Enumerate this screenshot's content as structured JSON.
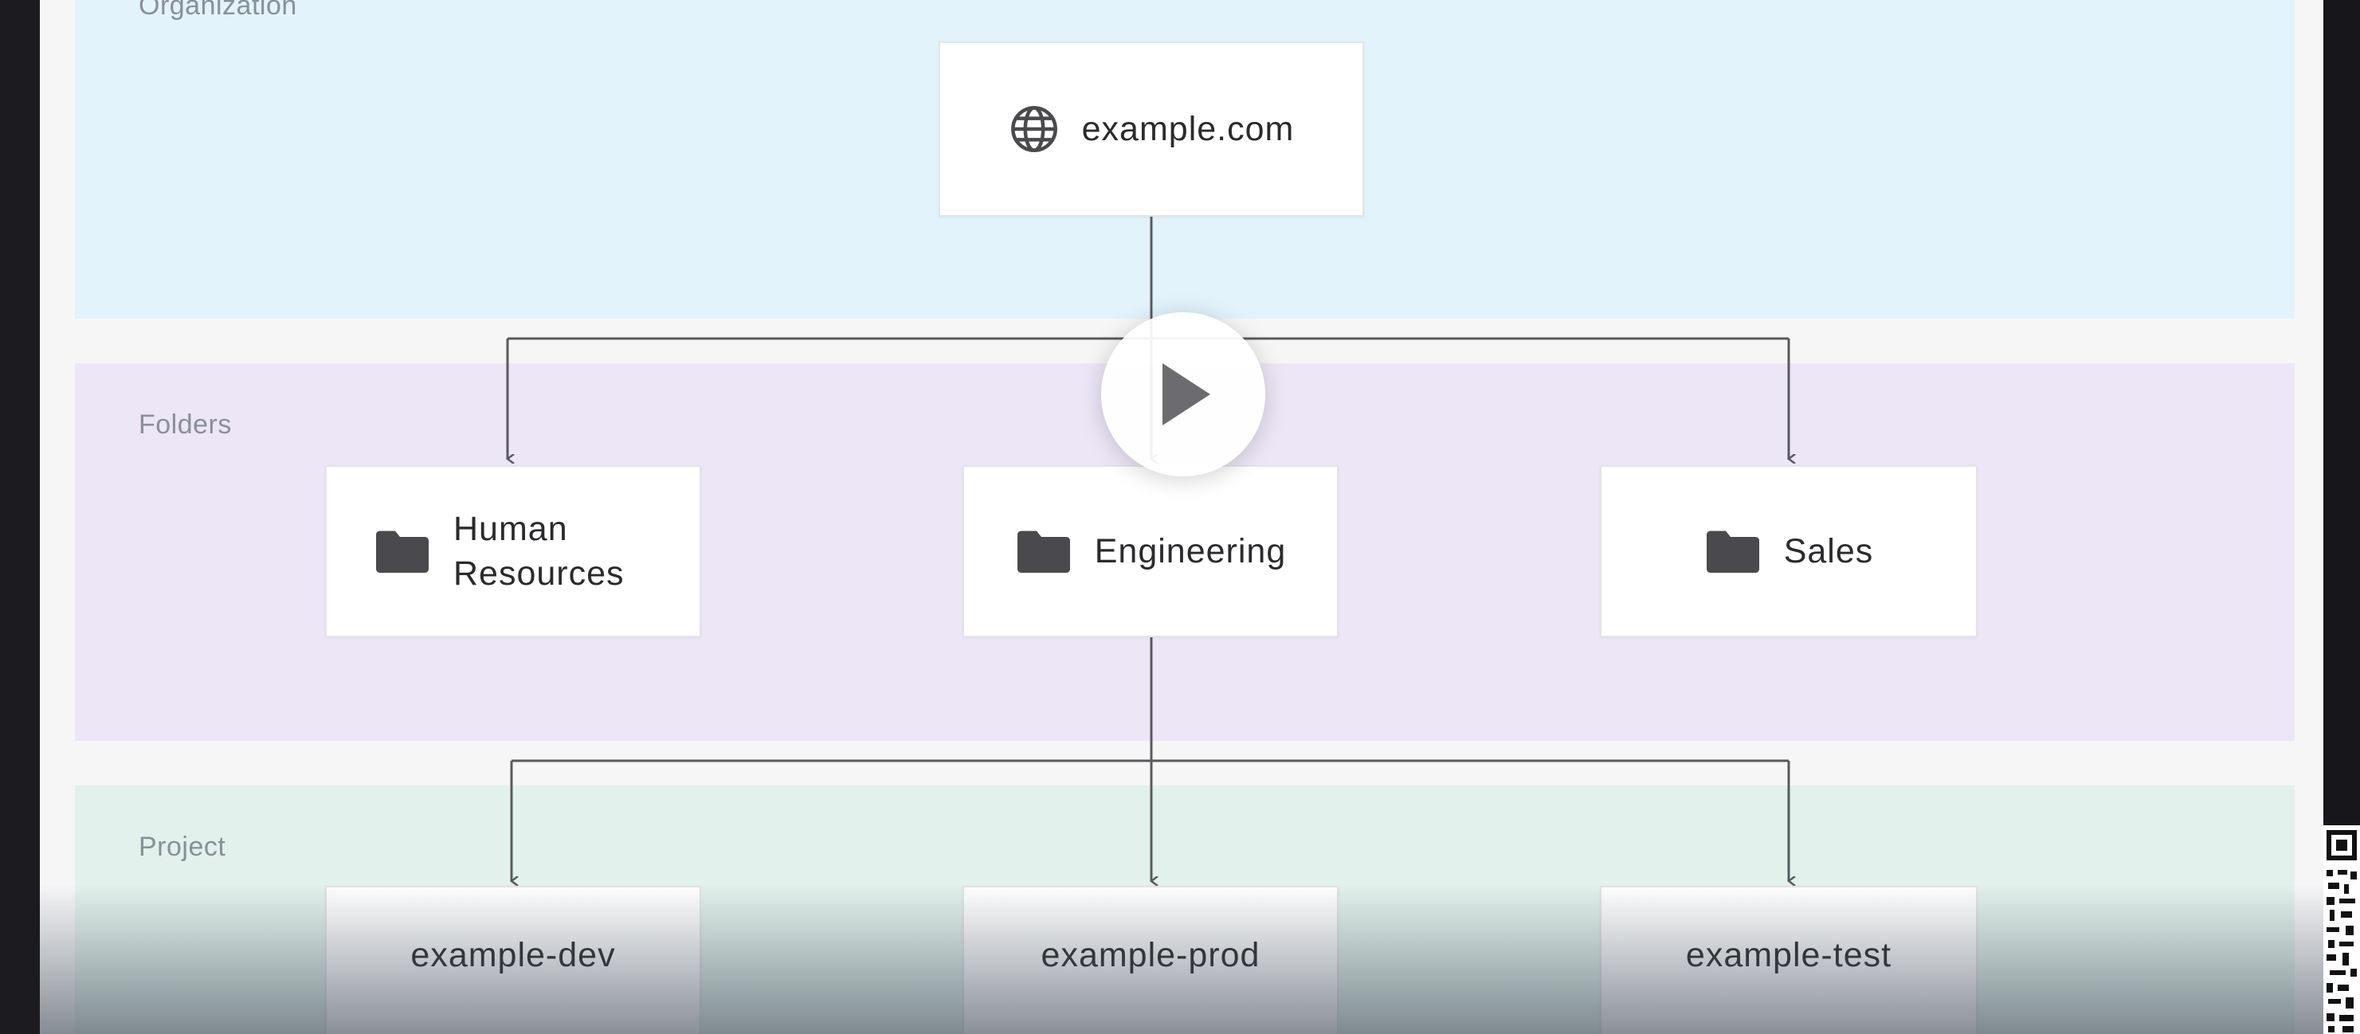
{
  "bands": {
    "organization": "Organization",
    "folders": "Folders",
    "project": "Project"
  },
  "org": {
    "label": "example.com",
    "icon": "globe-icon"
  },
  "folders": [
    {
      "label": "Human Resources",
      "icon": "folder-icon"
    },
    {
      "label": "Engineering",
      "icon": "folder-icon"
    },
    {
      "label": "Sales",
      "icon": "folder-icon"
    }
  ],
  "projects": [
    {
      "label": "example-dev"
    },
    {
      "label": "example-prod"
    },
    {
      "label": "example-test"
    }
  ],
  "player": {
    "play_icon": "play-icon"
  },
  "colors": {
    "org_band": "#e2f3fb",
    "folders_band": "#ece6f7",
    "project_band": "#e2f1ec",
    "connector": "#5a5a5e"
  }
}
